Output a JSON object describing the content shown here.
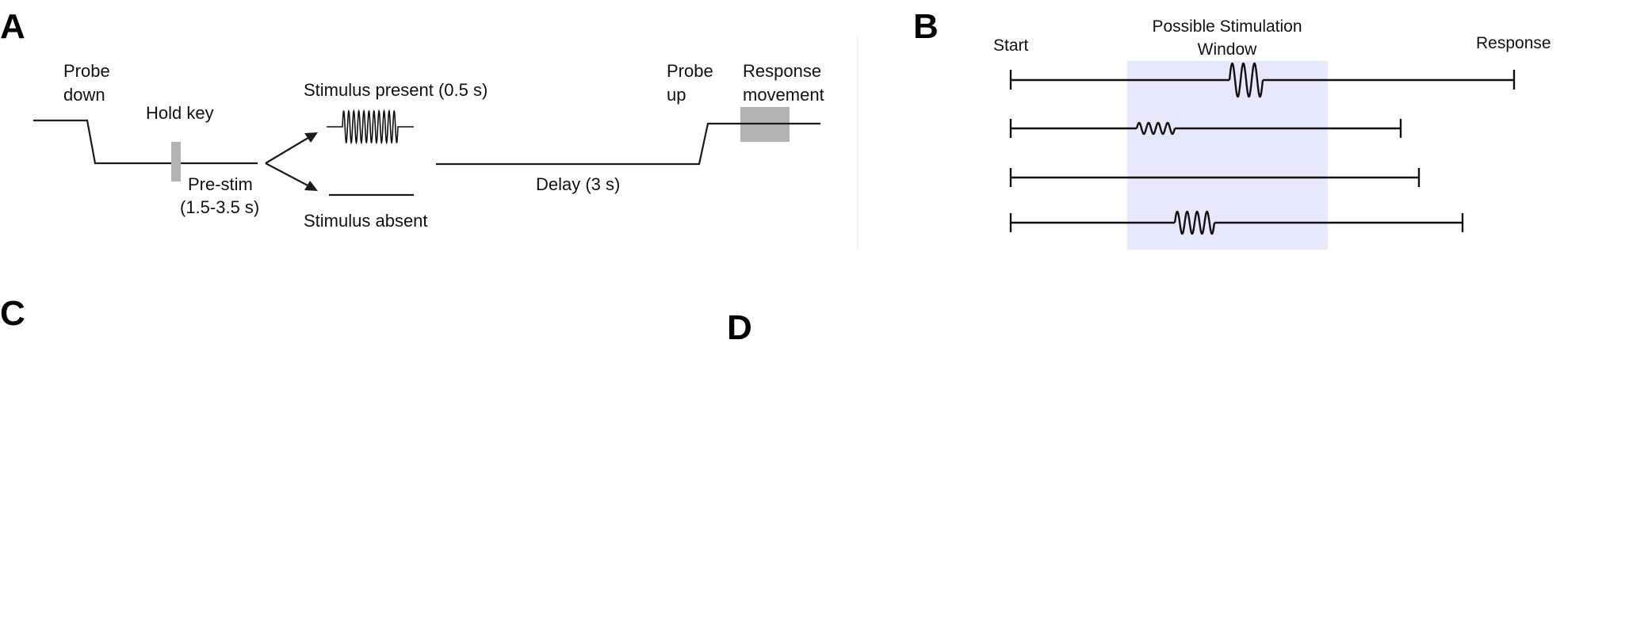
{
  "panels": {
    "a": "A",
    "b": "B",
    "c": "C",
    "d": "D"
  },
  "panel_a": {
    "probe_down": [
      "Probe",
      "down"
    ],
    "hold_key": "Hold key",
    "pre_stim": [
      "Pre-stim",
      "(1.5-3.5 s)"
    ],
    "stimulus_present": "Stimulus present (0.5 s)",
    "stimulus_absent": "Stimulus absent",
    "delay": "Delay (3 s)",
    "probe_up": [
      "Probe",
      "up"
    ],
    "response_movement": [
      "Response",
      "movement"
    ],
    "colors": {
      "line": "#1a1a1a",
      "marker": "#b3b3b3"
    }
  },
  "panel_b": {
    "start": "Start",
    "window": [
      "Possible Stimulation",
      "Window"
    ],
    "response": "Response",
    "colors": {
      "window": "#e8e8fc",
      "line": "#111111"
    }
  }
}
